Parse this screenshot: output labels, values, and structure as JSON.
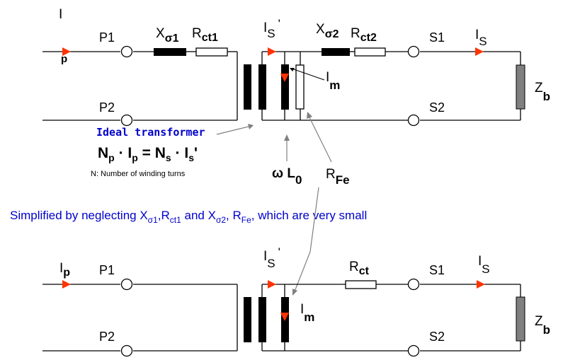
{
  "colors": {
    "wire": "#000000",
    "arrow": "#ff3300",
    "ideal_label": "#0000cc",
    "note_text": "#0000cc",
    "burden": "#808080",
    "pointer": "#808080"
  },
  "top": {
    "ip_main": "I",
    "ip_sub": "p",
    "p1": "P1",
    "p2": "P2",
    "xs1_main": "X",
    "xs1_sub": "σ1",
    "rct1_main": "R",
    "rct1_sub": "ct1",
    "is_main": "I",
    "is_sub": "S",
    "is_prime": "'",
    "xs2_main": "X",
    "xs2_sub": "σ2",
    "rct2_main": "R",
    "rct2_sub": "ct2",
    "s1": "S1",
    "s2": "S2",
    "is2_main": "I",
    "is2_sub": "S",
    "im_main": "I",
    "im_sub": "m",
    "zb_main": "Z",
    "zb_sub": "b"
  },
  "ideal": {
    "title": "Ideal transformer",
    "eq_np": "N",
    "eq_np_sub": "p",
    "eq_dot": " · I",
    "eq_ip_sub": "p",
    "eq_eq": " = N",
    "eq_ns_sub": "s",
    "eq_dot2": " · I",
    "eq_is_sub": "s",
    "eq_prime": "'",
    "note": "N:  Number of winding turns"
  },
  "omega": {
    "main": "ω L",
    "sub": "0"
  },
  "rfe": {
    "main": "R",
    "sub": "Fe"
  },
  "simplified": {
    "t1": "Simplified by neglecting X",
    "s1": "σ1",
    "t2": ",R",
    "s2": "ct1",
    "t3": " and X",
    "s3": "σ2",
    "t4": ", R",
    "s4": "Fe",
    "t5": ", which are very small"
  },
  "bottom": {
    "ip_main": "I",
    "ip_sub": "p",
    "p1": "P1",
    "p2": "P2",
    "is_main": "I",
    "is_sub": "S",
    "is_prime": "'",
    "rct_main": "R",
    "rct_sub": "ct",
    "s1": "S1",
    "s2": "S2",
    "is2_main": "I",
    "is2_sub": "S",
    "im_main": "I",
    "im_sub": "m",
    "zb_main": "Z",
    "zb_sub": "b"
  }
}
